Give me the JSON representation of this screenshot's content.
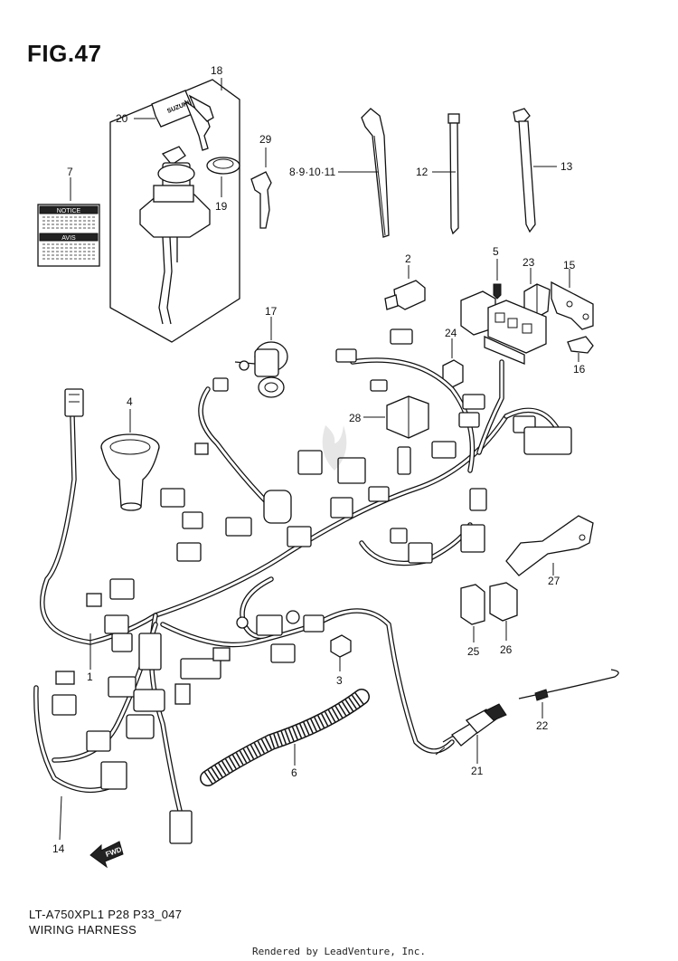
{
  "figure": {
    "title": "FIG.47",
    "model_code": "LT-A750XPL1 P28 P33_047",
    "section_name": "WIRING HARNESS",
    "credit": "Rendered by LeadVenture, Inc."
  },
  "label_plate": {
    "top_text": "NOTICE",
    "bottom_text": "AVIS"
  },
  "key_brand_text": "SUZUKI",
  "fwd_arrow_text": "FWD",
  "callouts": {
    "c1": "1",
    "c2": "2",
    "c3": "3",
    "c4": "4",
    "c5": "5",
    "c6": "6",
    "c7": "7",
    "c8_11": "8·9·10·11",
    "c12": "12",
    "c13": "13",
    "c14": "14",
    "c15": "15",
    "c16": "16",
    "c17": "17",
    "c18": "18",
    "c19": "19",
    "c20": "20",
    "c21": "21",
    "c22": "22",
    "c23": "23",
    "c24": "24",
    "c25": "25",
    "c26": "26",
    "c27": "27",
    "c28": "28",
    "c29": "29"
  }
}
